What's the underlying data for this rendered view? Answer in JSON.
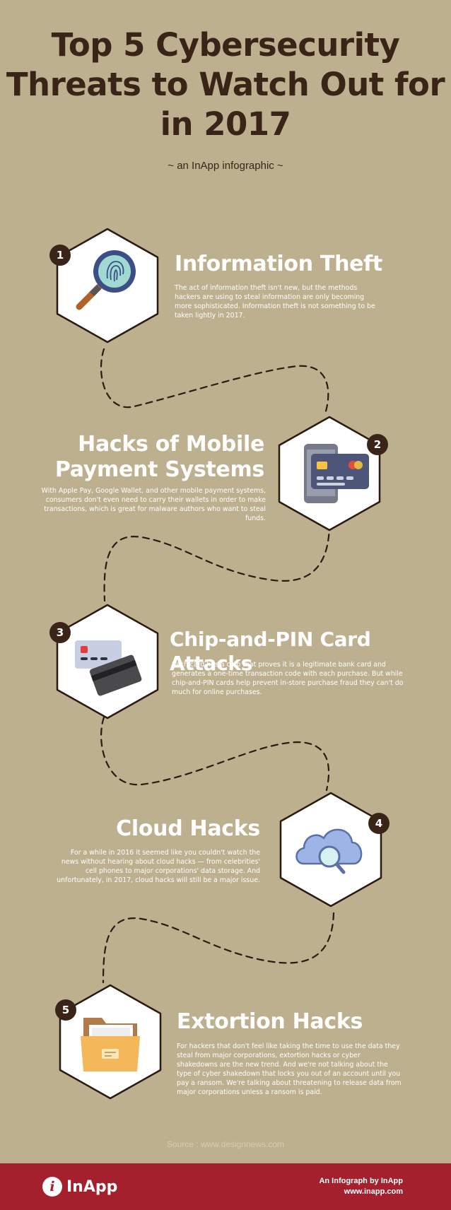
{
  "header": {
    "title_lines": [
      "Top 5 Cybersecurity",
      "Threats to Watch Out for",
      "in 2017"
    ],
    "subtitle": "~ an InApp infographic ~"
  },
  "threats": [
    {
      "number": "1",
      "title": "Information Theft",
      "body": "The act of information theft isn't new, but the methods hackers are using to steal information are only becoming more sophisticated. Information theft is not something to be taken lightly in 2017.",
      "icon": "magnifier-fingerprint-icon"
    },
    {
      "number": "2",
      "title_lines": [
        "Hacks of Mobile",
        "Payment Systems"
      ],
      "body": "With Apple Pay, Google Wallet, and other mobile payment systems, consumers don't even need to carry their wallets in order to make transactions, which is great for malware authors who want to steal funds.",
      "icon": "phone-card-icon"
    },
    {
      "number": "3",
      "title": "Chip-and-PIN Card Attacks",
      "body": "Each card has a chip that proves it is a legitimate bank card and generates a one-time transaction code with each purchase. But while chip-and-PIN cards help prevent in-store purchase fraud they can't do much for online purchases.",
      "icon": "bank-cards-icon"
    },
    {
      "number": "4",
      "title": "Cloud Hacks",
      "body": "For a while in 2016 it seemed like you couldn't watch the news without hearing about cloud hacks — from celebrities' cell phones to major corporations' data storage. And unfortunately, in 2017, cloud hacks will still be a major issue.",
      "icon": "cloud-search-icon"
    },
    {
      "number": "5",
      "title": "Extortion Hacks",
      "body": "For hackers that don't feel like taking the time to use the data they steal from major corporations, extortion hacks or cyber shakedowns are the new trend. And we're not talking about the type of cyber shakedown that locks you out of an account until you pay a ransom. We're talking about threatening to release data from major corporations unless a ransom is paid.",
      "icon": "folder-icon"
    }
  ],
  "source": "Source : www.designnews.com",
  "footer": {
    "logo_letter": "i",
    "logo_text": "InApp",
    "credit_line1": "An Infograph by InApp",
    "credit_line2": "www.inapp.com"
  },
  "colors": {
    "background": "#bdb08e",
    "heading_dark": "#3a2418",
    "footer_red": "#a3202c",
    "hexagon_fill": "#ffffff"
  }
}
